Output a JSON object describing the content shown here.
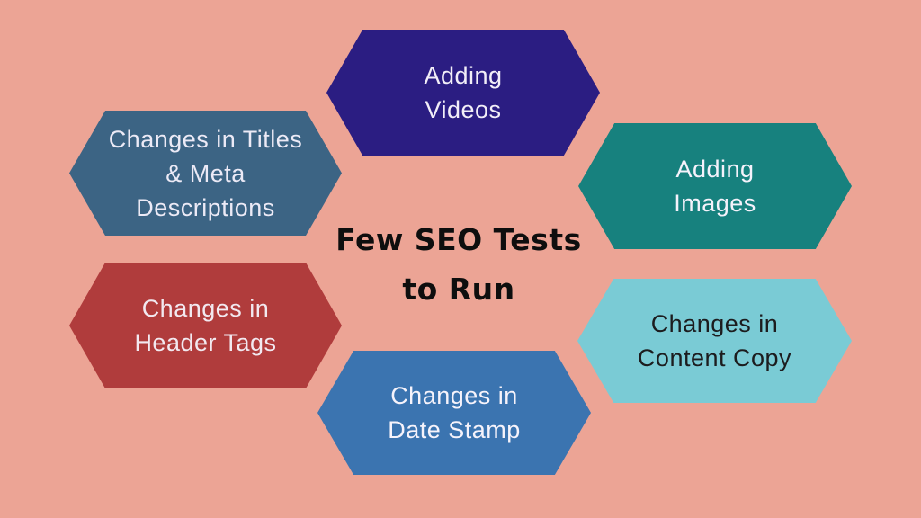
{
  "background_color": "#eca495",
  "title": {
    "line1": "Few SEO Tests",
    "line2": "to Run",
    "color": "#0e0e0e"
  },
  "hexagons": [
    {
      "id": "adding-videos",
      "lines": {
        "0": "Adding",
        "1": "Videos"
      },
      "fill": "#2b1d82",
      "text_color": "#f2eef8"
    },
    {
      "id": "changes-in-titles-meta-descriptions",
      "lines": {
        "0": "Changes in Titles",
        "1": "& Meta",
        "2": "Descriptions"
      },
      "fill": "#3c6484",
      "text_color": "#eceaf6"
    },
    {
      "id": "adding-images",
      "lines": {
        "0": "Adding",
        "1": "Images"
      },
      "fill": "#17817e",
      "text_color": "#f5f2fb"
    },
    {
      "id": "changes-in-header-tags",
      "lines": {
        "0": "Changes in",
        "1": "Header Tags"
      },
      "fill": "#b03c3c",
      "text_color": "#f2e9f0"
    },
    {
      "id": "changes-in-content-copy",
      "lines": {
        "0": "Changes in",
        "1": "Content Copy"
      },
      "fill": "#7acbd5",
      "text_color": "#1c1c1e"
    },
    {
      "id": "changes-in-date-stamp",
      "lines": {
        "0": "Changes in",
        "1": "Date Stamp"
      },
      "fill": "#3b74b0",
      "text_color": "#f6f3fb"
    }
  ]
}
